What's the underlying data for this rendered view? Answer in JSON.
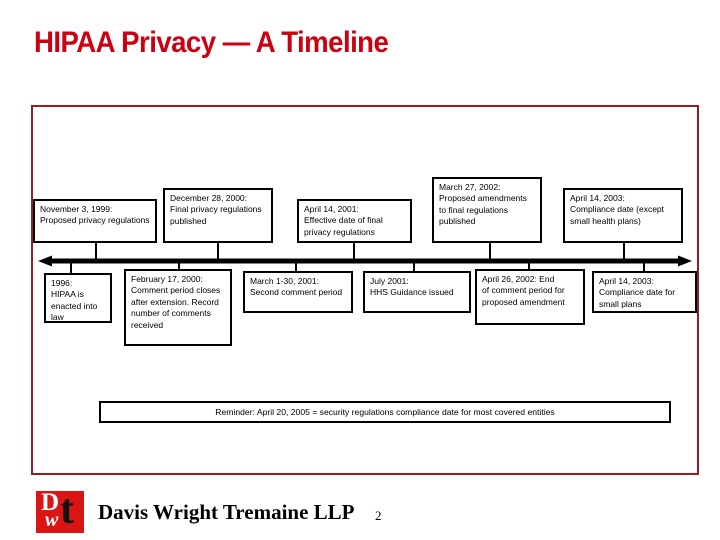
{
  "slide": {
    "title": "HIPAA Privacy — A Timeline",
    "page_number": "2",
    "title_color": "#CC0011",
    "frame_color": "#8E2026"
  },
  "timeline": {
    "axis_style": "double-headed-arrow",
    "above_events": [
      {
        "id": "nov-1999",
        "date": "November 3, 1999:",
        "description": "Proposed privacy regulations"
      },
      {
        "id": "dec-2000",
        "date": "December 28, 2000:",
        "description": "Final privacy regulations published"
      },
      {
        "id": "apr-2001",
        "date": "April 14, 2001:",
        "description": "Effective date of final privacy regulations"
      },
      {
        "id": "mar-2002",
        "date": "March 27, 2002:",
        "description": "Proposed amendments to final regulations published"
      },
      {
        "id": "apr-2003-large",
        "date": "April 14, 2003:",
        "description": "Compliance date (except small health plans)"
      }
    ],
    "below_events": [
      {
        "id": "hipaa-1996",
        "date": "1996:",
        "description": "HIPAA is enacted into law"
      },
      {
        "id": "feb-2000",
        "date": "February 17, 2000:",
        "description": "Comment period closes after extension.  Record number of comments received"
      },
      {
        "id": "mar-2001",
        "date": "March 1-30, 2001:",
        "description": "Second comment period"
      },
      {
        "id": "jul-2001",
        "date": "July 2001:",
        "description": "HHS Guidance issued"
      },
      {
        "id": "apr-26-2002",
        "date": "April 26, 2002:  End",
        "description": "of comment period for proposed amendment"
      },
      {
        "id": "apr-2003-small",
        "date": "April 14, 2003:",
        "description": "Compliance date for small plans"
      }
    ]
  },
  "reminder": {
    "text": "Reminder:  April 20, 2005 = security regulations compliance date for most covered entities"
  },
  "footer": {
    "firm_name": "Davis Wright Tremaine LLP",
    "logo_letters": [
      "D",
      "t",
      "w"
    ],
    "logo_background": "#DD1414"
  }
}
